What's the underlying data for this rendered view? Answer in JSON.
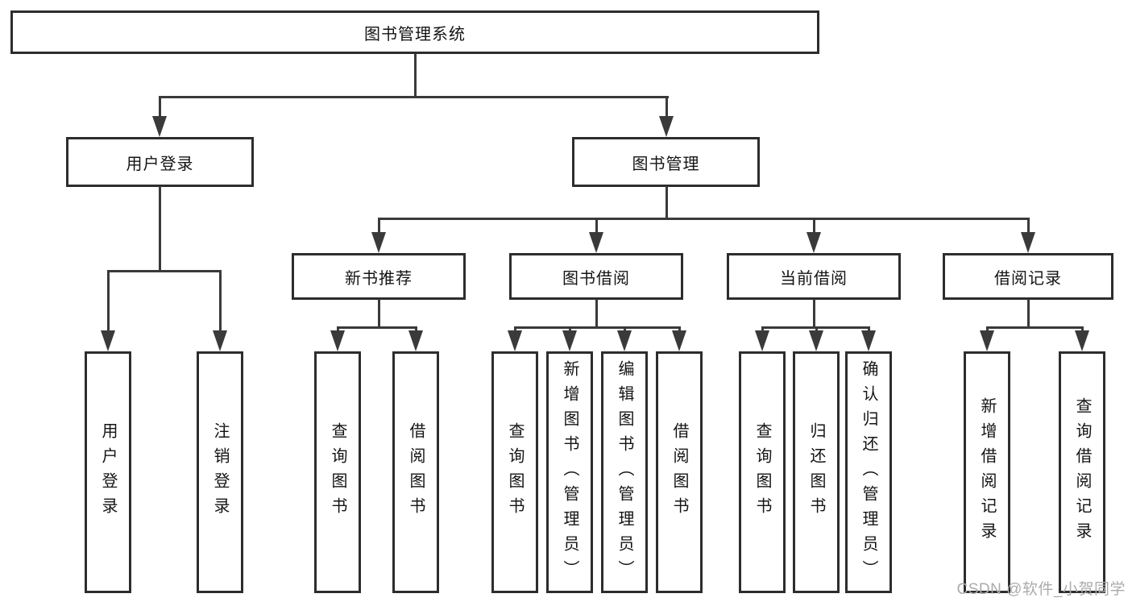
{
  "diagram": {
    "title_node": "图书管理系统",
    "level2": {
      "user_login": "用户登录",
      "book_management": "图书管理"
    },
    "level3": {
      "new_book_recommend": "新书推荐",
      "book_borrowing": "图书借阅",
      "current_borrowing": "当前借阅",
      "borrowing_records": "借阅记录"
    },
    "leaves": {
      "user_login": "用户登录",
      "logout": "注销登录",
      "nbr_query_books": "查询图书",
      "nbr_borrow_books": "借阅图书",
      "bb_query_books": "查询图书",
      "bb_add_books": "新增图书（管理员）",
      "bb_edit_books": "编辑图书（管理员）",
      "bb_borrow_books": "借阅图书",
      "cb_query_books": "查询图书",
      "cb_return_books": "归还图书",
      "cb_confirm_return": "确认归还（管理员）",
      "br_add_record": "新增借阅记录",
      "br_query_record": "查询借阅记录"
    }
  },
  "watermark": {
    "text": "CSDN @软件_小贺同学"
  },
  "colors": {
    "line": "#3a3a3a",
    "border": "#2d2d2d",
    "text": "#141414",
    "watermark": "#ababab",
    "background": "#ffffff"
  }
}
